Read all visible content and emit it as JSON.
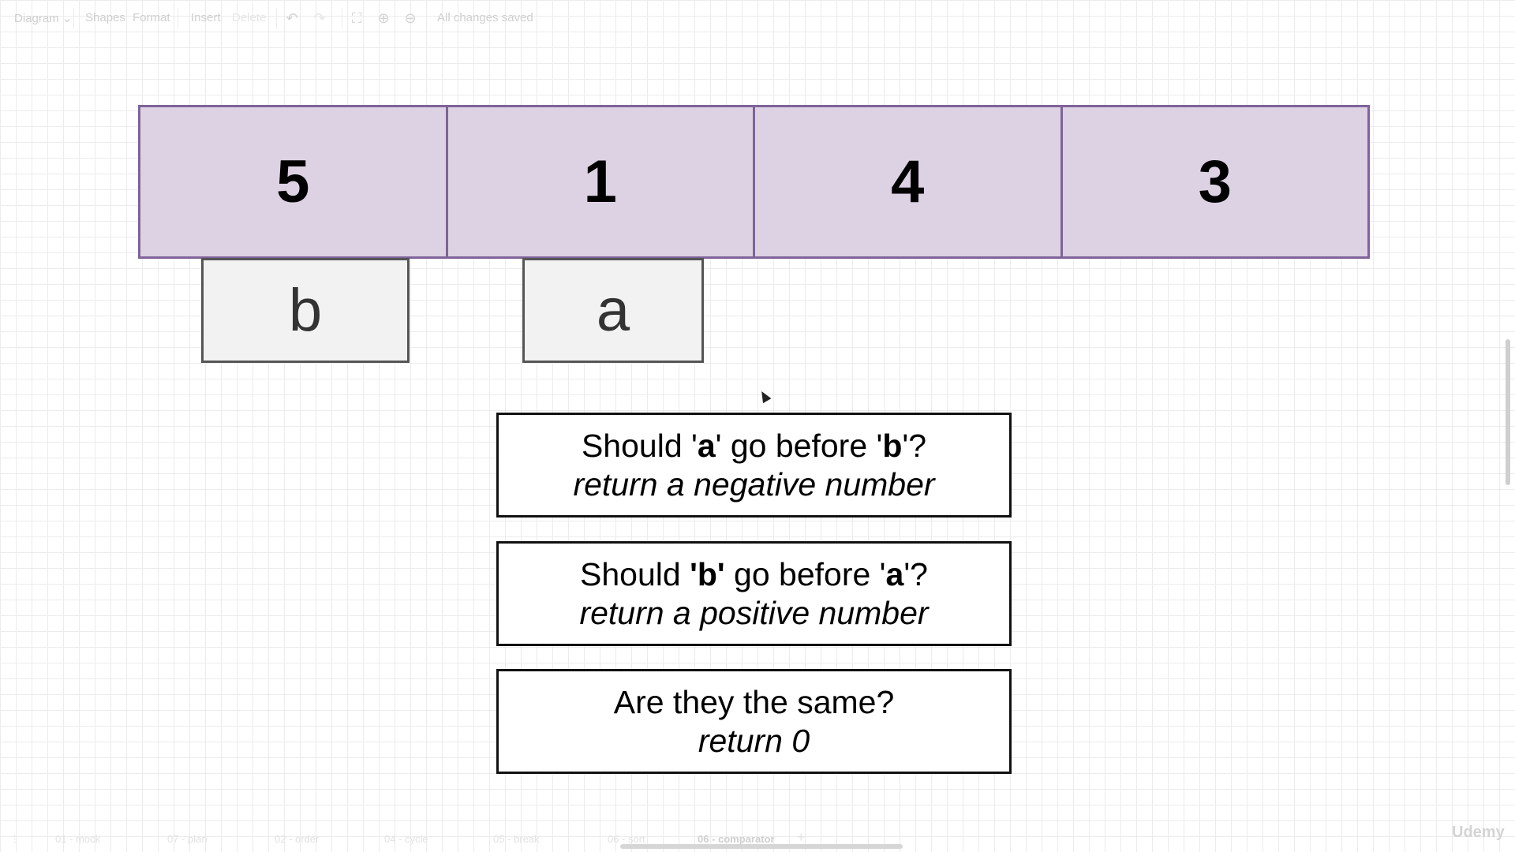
{
  "toolbar": {
    "diagram_label": "Diagram",
    "shapes_label": "Shapes",
    "format_label": "Format",
    "insert_label": "Insert",
    "delete_label": "Delete",
    "status": "All changes saved"
  },
  "array": {
    "values": [
      "5",
      "1",
      "4",
      "3"
    ],
    "fill_color": "#ddd1e4",
    "border_color": "#7f6399"
  },
  "pointers": {
    "b_label": "b",
    "a_label": "a"
  },
  "rules": [
    {
      "q_prefix": "Should '",
      "q_first": "a",
      "q_mid": "' go before '",
      "q_second": "b",
      "q_suffix": "'?",
      "return_text": "return a negative number"
    },
    {
      "q_prefix": "Should ",
      "q_first": "'b'",
      "q_mid": " go before '",
      "q_second": "a",
      "q_suffix": "'?",
      "return_text": "return a positive number"
    },
    {
      "question": "Are they the same?",
      "return_text": "return 0"
    }
  ],
  "tabs": [
    "01 - mock",
    "07 - plan",
    "02 - order",
    "04 - cycle",
    "05 - break",
    "06 - sort",
    "06 - comparator"
  ],
  "active_tab": "06 - comparator",
  "watermark": "Udemy"
}
